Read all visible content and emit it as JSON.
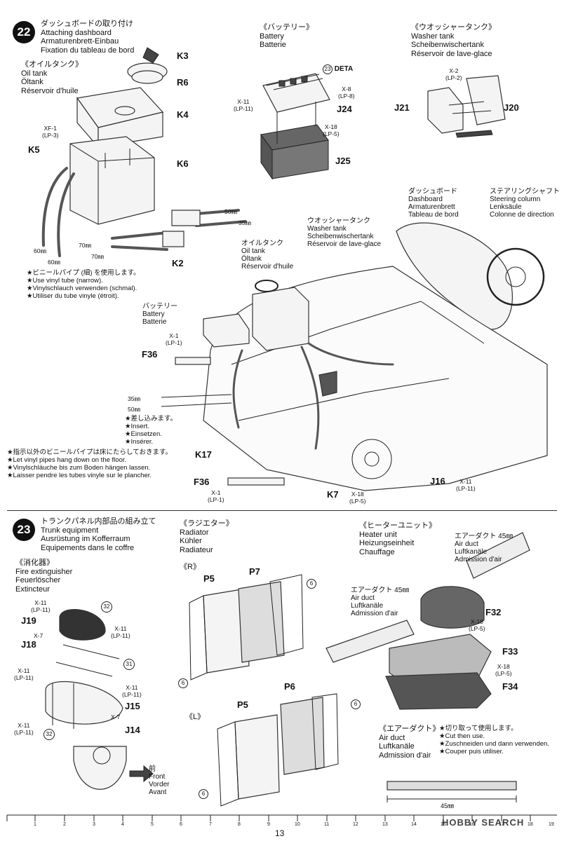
{
  "step22": {
    "number": "22",
    "title": "ダッシュボードの取り付け\nAttaching dashboard\nArmaturenbrett-Einbau\nFixation du tableau de bord",
    "oil_tank": "《オイルタンク》\nOil tank\nÖltank\nRéservoir d'huile",
    "battery": "《バッテリー》\nBattery\nBatterie",
    "washer_tank": "《ウオッシャータンク》\nWasher tank\nScheibenwischertank\nRéservoir de lave-glace",
    "dashboard": "ダッシュボード\nDashboard\nArmaturenbrett\nTableau de bord",
    "steering": "ステアリングシャフト\nSteering column\nLenksäule\nColonne de direction",
    "washer_tank2": "ウオッシャータンク\nWasher tank\nScheibenwischertank\nRéservoir de lave-glace",
    "oil_tank2": "オイルタンク\nOil tank\nÖltank\nRéservoir d'huile",
    "battery2": "バッテリー\nBattery\nBatterie",
    "vinyl_note": "★ビニールパイプ (細) を使用します。\n★Use vinyl tube (narrow).\n★Vinylschlauch verwenden (schmal).\n★Utiliser du tube vinyle (étroit).",
    "insert_note": "★差し込みます。\n★Insert.\n★Einsetzen.\n★Insérer.",
    "floor_note": "★指示以外のビニールパイプは床にたらしておきます。\n★Let vinyl pipes hang down on the floor.\n★Vinylschläuche bis zum Boden hängen lassen.\n★Laisser pendre les tubes vinyle sur le plancher.",
    "parts": {
      "K3": "K3",
      "R6": "R6",
      "K4": "K4",
      "K5": "K5",
      "K6": "K6",
      "K2": "K2",
      "J24": "J24",
      "J25": "J25",
      "J21": "J21",
      "J20": "J20",
      "F36a": "F36",
      "F36b": "F36",
      "K17": "K17",
      "K7": "K7",
      "J16": "J16"
    },
    "screws": {
      "xf1": "XF-1\n(LP-3)",
      "x11a": "X-11\n(LP-11)",
      "x8": "X-8\n(LP-8)",
      "x18a": "X-18\n(LP-5)",
      "x2": "X-2\n(LP-2)",
      "x1a": "X-1\n(LP-1)",
      "x1b": "X-1\n(LP-1)",
      "x18b": "X-18\n(LP-5)",
      "x11b": "X-11\n(LP-11)"
    },
    "deta": "DETA",
    "deta_num": "23",
    "dims": {
      "d50a": "50㎜",
      "d35a": "35㎜",
      "d70a": "70㎜",
      "d70b": "70㎜",
      "d60a": "60㎜",
      "d60b": "60㎜",
      "d35b": "35㎜",
      "d50b": "50㎜"
    }
  },
  "step23": {
    "number": "23",
    "title": "トランクパネル内部品の組み立て\nTrunk equipment\nAusrüstung im Kofferraum\nEquipements dans le coffre",
    "extinguisher": "《消化器》\nFire extinguisher\nFeuerlöscher\nExtincteur",
    "radiator": "《ラジエター》\nRadiator\nKühler\nRadiateur",
    "heater": "《ヒーターユニット》\nHeater unit\nHeizungseinheit\nChauffage",
    "air_duct_top": "エアーダクト 45㎜\nAir duct\nLuftkanäle\nAdmission d'air",
    "air_duct_mid": "エアーダクト 45㎜\nAir duct\nLuftkanäle\nAdmission d'air",
    "air_duct_bottom": "《エアーダクト》\nAir duct\nLuftkanäle\nAdmission d'air",
    "cut_note": "★切り取って使用します。\n★Cut then use.\n★Zuschneiden und dann verwenden.\n★Couper puis utiliser.",
    "front": "前\nFront\nVorder\nAvant",
    "r_label": "《R》",
    "l_label": "《L》",
    "duct_len": "45㎜",
    "parts": {
      "J19": "J19",
      "J18": "J18",
      "J15": "J15",
      "J14": "J14",
      "P5a": "P5",
      "P7": "P7",
      "P5b": "P5",
      "P6": "P6",
      "F32": "F32",
      "F33": "F33",
      "F34": "F34"
    },
    "screws": {
      "x11a": "X-11\n(LP-11)",
      "x7a": "X-7",
      "x11b": "X-11\n(LP-11)",
      "x11c": "X-11\n(LP-11)",
      "x11d": "X-11\n(LP-11)",
      "x7b": "X-7",
      "x11e": "X-11\n(LP-11)",
      "x18a": "X-18\n(LP-5)",
      "x18b": "X-18\n(LP-5)"
    },
    "decals": {
      "d32a": "32",
      "d31": "31",
      "d32b": "32"
    },
    "arrows": {
      "a6a": "6",
      "a6b": "6",
      "a6c": "6",
      "a6d": "6"
    }
  },
  "footer": {
    "page_number": "13",
    "ruler_ticks": [
      "1",
      "2",
      "3",
      "4",
      "5",
      "6",
      "7",
      "8",
      "9",
      "10",
      "11",
      "12",
      "13",
      "14",
      "15",
      "16",
      "17",
      "18",
      "19"
    ],
    "watermark": "HOBBY SEARCH"
  }
}
